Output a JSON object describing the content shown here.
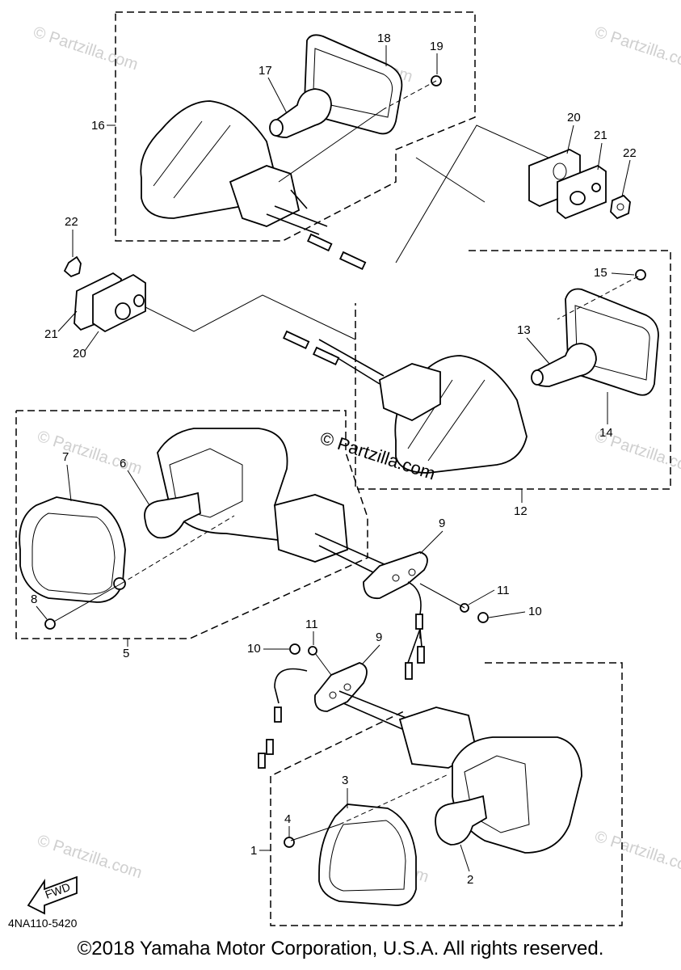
{
  "labels": {
    "l1": "1",
    "l2": "2",
    "l3": "3",
    "l4": "4",
    "l5": "5",
    "l6": "6",
    "l7": "7",
    "l8": "8",
    "l9a": "9",
    "l9b": "9",
    "l10a": "10",
    "l10b": "10",
    "l11a": "11",
    "l11b": "11",
    "l12": "12",
    "l13": "13",
    "l14": "14",
    "l15": "15",
    "l16": "16",
    "l17": "17",
    "l18": "18",
    "l19": "19",
    "l20a": "20",
    "l20b": "20",
    "l21a": "21",
    "l21b": "21",
    "l22a": "22",
    "l22b": "22"
  },
  "watermark": {
    "main": "© Partzilla.com",
    "faint": "© Partzilla.com"
  },
  "fwd_label": "FWD",
  "diagram_code": "4NA110-5420",
  "copyright": "©2018 Yamaha Motor Corporation, U.S.A. All rights reserved."
}
